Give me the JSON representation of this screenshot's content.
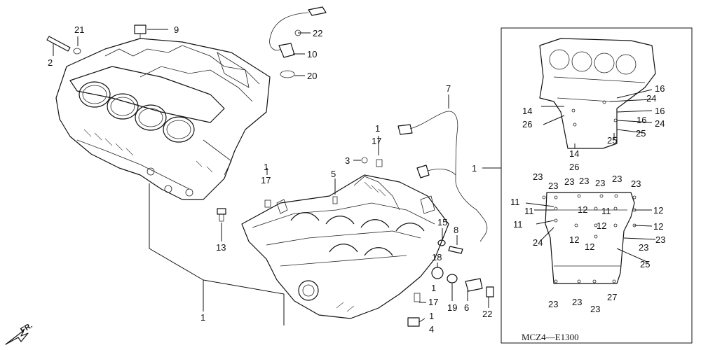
{
  "diagram_code": "MCZ4—E1300",
  "direction_mark": "FR.",
  "callouts": [
    {
      "id": "c1",
      "text": "21"
    },
    {
      "id": "c2",
      "text": "2"
    },
    {
      "id": "c3",
      "text": "9"
    },
    {
      "id": "c4",
      "text": "22"
    },
    {
      "id": "c5",
      "text": "10"
    },
    {
      "id": "c6",
      "text": "20"
    },
    {
      "id": "c7",
      "text": "7"
    },
    {
      "id": "c8",
      "text": "1"
    },
    {
      "id": "c9",
      "text": "17"
    },
    {
      "id": "c10",
      "text": "3"
    },
    {
      "id": "c11",
      "text": "1"
    },
    {
      "id": "c12",
      "text": "17"
    },
    {
      "id": "c13",
      "text": "5"
    },
    {
      "id": "c14",
      "text": "13"
    },
    {
      "id": "c15",
      "text": "15"
    },
    {
      "id": "c16",
      "text": "8"
    },
    {
      "id": "c17",
      "text": "18"
    },
    {
      "id": "c18",
      "text": "1"
    },
    {
      "id": "c19",
      "text": "17"
    },
    {
      "id": "c20",
      "text": "19"
    },
    {
      "id": "c21",
      "text": "6"
    },
    {
      "id": "c22",
      "text": "22"
    },
    {
      "id": "c23",
      "text": "1"
    },
    {
      "id": "c24",
      "text": "4"
    },
    {
      "id": "c25",
      "text": "1"
    },
    {
      "id": "c26",
      "text": "1"
    },
    {
      "id": "d1",
      "text": "14"
    },
    {
      "id": "d2",
      "text": "26"
    },
    {
      "id": "d3",
      "text": "16"
    },
    {
      "id": "d4",
      "text": "24"
    },
    {
      "id": "d5",
      "text": "16"
    },
    {
      "id": "d6",
      "text": "24"
    },
    {
      "id": "d7",
      "text": "16"
    },
    {
      "id": "d8",
      "text": "25"
    },
    {
      "id": "d9",
      "text": "14"
    },
    {
      "id": "d10",
      "text": "26"
    },
    {
      "id": "d11",
      "text": "25"
    },
    {
      "id": "e1",
      "text": "23"
    },
    {
      "id": "e2",
      "text": "23"
    },
    {
      "id": "e3",
      "text": "23"
    },
    {
      "id": "e4",
      "text": "23"
    },
    {
      "id": "e5",
      "text": "23"
    },
    {
      "id": "e6",
      "text": "23"
    },
    {
      "id": "e7",
      "text": "23"
    },
    {
      "id": "e8",
      "text": "11"
    },
    {
      "id": "e9",
      "text": "11"
    },
    {
      "id": "e10",
      "text": "12"
    },
    {
      "id": "e11",
      "text": "11"
    },
    {
      "id": "e12",
      "text": "12"
    },
    {
      "id": "e13",
      "text": "11"
    },
    {
      "id": "e14",
      "text": "12"
    },
    {
      "id": "e15",
      "text": "12"
    },
    {
      "id": "e16",
      "text": "24"
    },
    {
      "id": "e17",
      "text": "12"
    },
    {
      "id": "e18",
      "text": "12"
    },
    {
      "id": "e19",
      "text": "23"
    },
    {
      "id": "e20",
      "text": "23"
    },
    {
      "id": "e21",
      "text": "25"
    },
    {
      "id": "e22",
      "text": "23"
    },
    {
      "id": "e23",
      "text": "23"
    },
    {
      "id": "e24",
      "text": "23"
    },
    {
      "id": "e25",
      "text": "27"
    }
  ]
}
